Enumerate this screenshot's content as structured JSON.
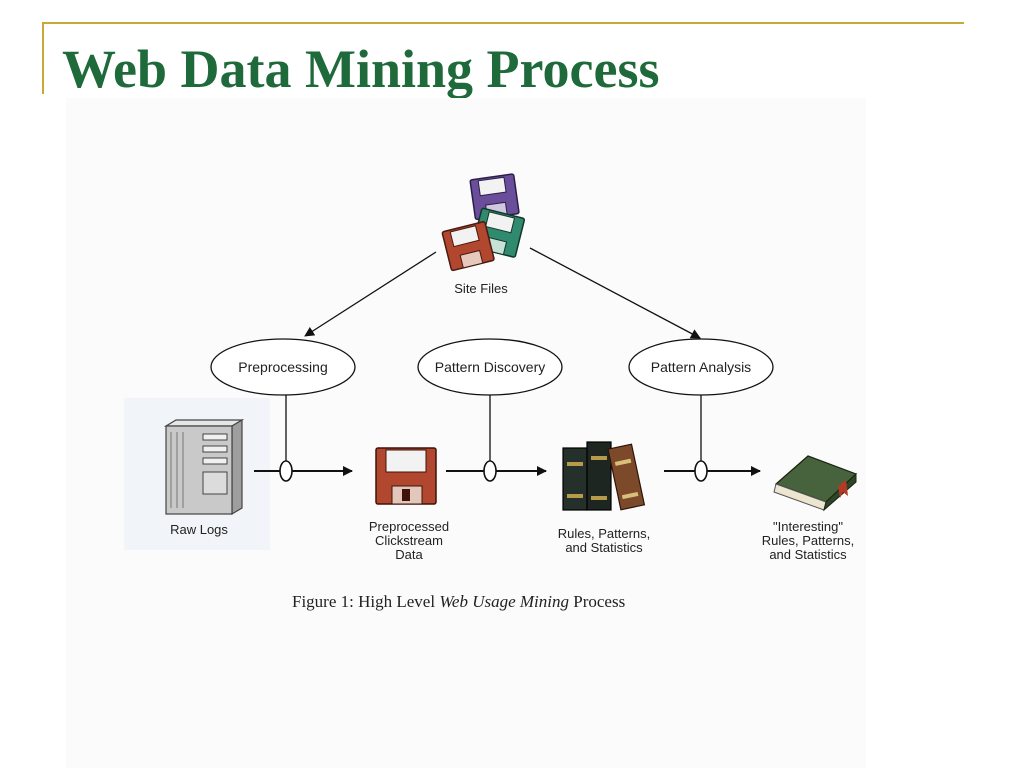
{
  "slide": {
    "title": "Web Data Mining Process",
    "accent_color": "#c9a738",
    "title_color": "#1f6a3b"
  },
  "diagram": {
    "site_files": {
      "label": "Site Files",
      "icon": "floppy-disk-stack-icon"
    },
    "process_nodes": [
      {
        "label": "Preprocessing"
      },
      {
        "label": "Pattern Discovery"
      },
      {
        "label": "Pattern Analysis"
      }
    ],
    "stages": [
      {
        "icon": "server-tower-icon",
        "lines": [
          "Raw Logs"
        ]
      },
      {
        "icon": "floppy-disk-icon",
        "lines": [
          "Preprocessed",
          "Clickstream",
          "Data"
        ]
      },
      {
        "icon": "book-stack-icon",
        "lines": [
          "Rules, Patterns,",
          "and Statistics"
        ]
      },
      {
        "icon": "closed-book-icon",
        "lines": [
          "\"Interesting\"",
          "Rules, Patterns,",
          "and Statistics"
        ]
      }
    ],
    "caption": {
      "prefix": "Figure 1:  High Level ",
      "emphasis": "Web Usage Mining",
      "suffix": " Process"
    }
  }
}
